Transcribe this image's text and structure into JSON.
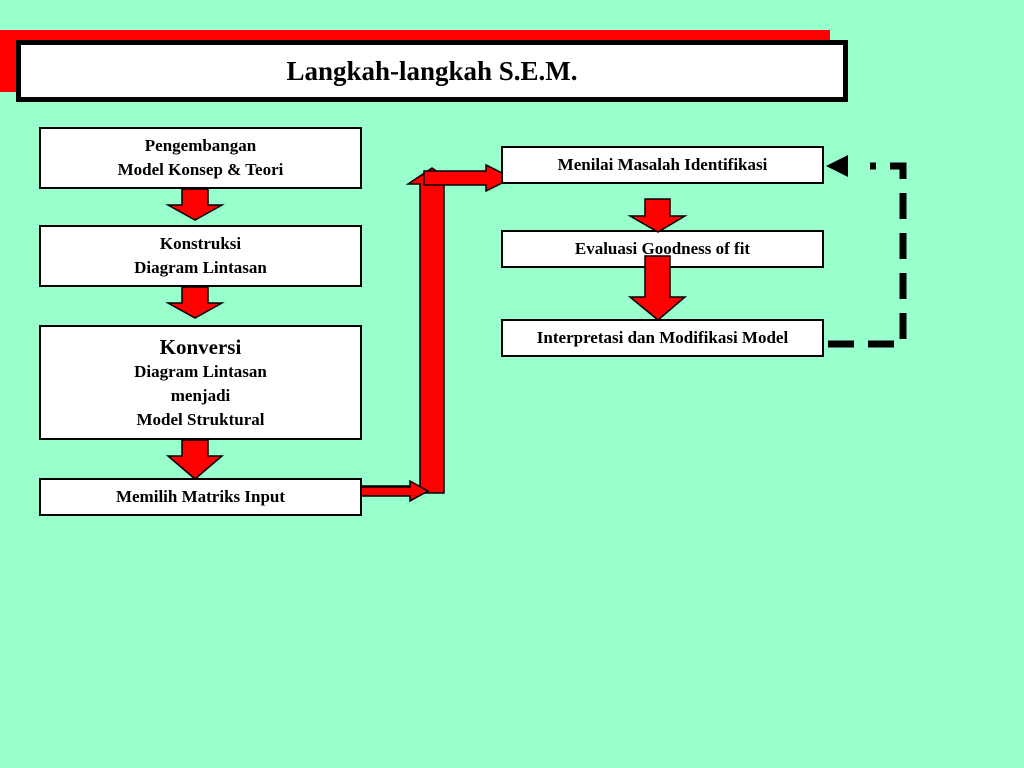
{
  "title": "Langkah-langkah S.E.M.",
  "left_column": {
    "step1": {
      "line1": "Pengembangan",
      "line2": "Model Konsep & Teori"
    },
    "step2": {
      "line1": "Konstruksi",
      "line2": "Diagram Lintasan"
    },
    "step3": {
      "line1": "Konversi",
      "line2": "Diagram Lintasan",
      "line3": "menjadi",
      "line4": "Model Struktural"
    },
    "step4": {
      "line1": "Memilih Matriks Input"
    }
  },
  "right_column": {
    "step5": {
      "line1": "Menilai Masalah Identifikasi"
    },
    "step6": {
      "line1": "Evaluasi Goodness of fit"
    },
    "step7": {
      "line1": "Interpretasi dan Modifikasi Model"
    }
  },
  "colors": {
    "background": "#99ffcc",
    "arrow_fill": "#ff0000",
    "box_fill": "#ffffff",
    "border": "#000000"
  },
  "icons": {
    "down_arrow": "red-block-down-arrow",
    "connector": "red-block-elbow-arrow",
    "feedback": "dashed-feedback-loop-arrow"
  }
}
